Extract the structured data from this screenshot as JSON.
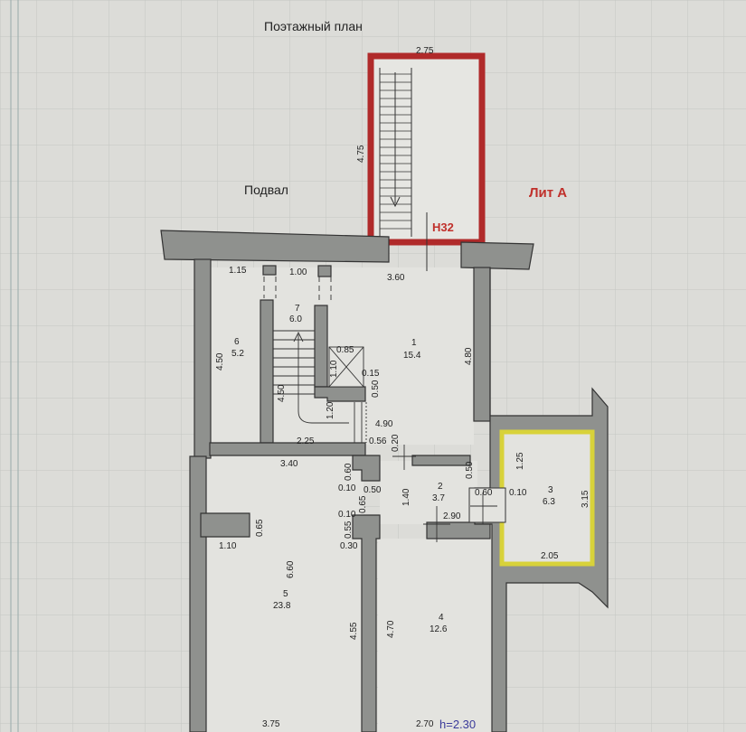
{
  "title": "Поэтажный план",
  "basement_label": "Подвал",
  "lit_label": "Лит А",
  "entrance_label": "Н32",
  "height_label": "h=2.30",
  "colors": {
    "entrance_outline": "#b02a2a",
    "lit_label": "#c0302b",
    "room3_outline": "#d8d23a",
    "wall": "#8f918e"
  },
  "rooms": [
    {
      "number": "1",
      "area": "15.4"
    },
    {
      "number": "2",
      "area": "3.7"
    },
    {
      "number": "3",
      "area": "6.3"
    },
    {
      "number": "4",
      "area": "12.6"
    },
    {
      "number": "5",
      "area": "23.8"
    },
    {
      "number": "6",
      "area": "5.2"
    },
    {
      "number": "7",
      "area": "6.0"
    }
  ],
  "dimensions": {
    "d275": "2.75",
    "d475": "4.75",
    "d115": "1.15",
    "d100": "1.00",
    "d360": "3.60",
    "d450a": "4.50",
    "d450b": "4.50",
    "d480": "4.80",
    "d085": "0.85",
    "d110a": "1.10",
    "d015": "0.15",
    "d050a": "0.50",
    "d120": "1.20",
    "d490": "4.90",
    "d225": "2.25",
    "d056": "0.56",
    "d020": "0.20",
    "d340": "3.40",
    "d060a": "0.60",
    "d010a": "0.10",
    "d050b": "0.50",
    "d065a": "0.65",
    "d140": "1.40",
    "d050c": "0.50",
    "d060b": "0.60",
    "d010b": "0.10",
    "d125": "1.25",
    "d315": "3.15",
    "d290": "2.90",
    "d010c": "0.10",
    "d055": "0.55",
    "d030": "0.30",
    "d065b": "0.65",
    "d110b": "1.10",
    "d660": "6.60",
    "d205": "2.05",
    "d455": "4.55",
    "d470": "4.70",
    "d375": "3.75",
    "d270": "2.70"
  }
}
